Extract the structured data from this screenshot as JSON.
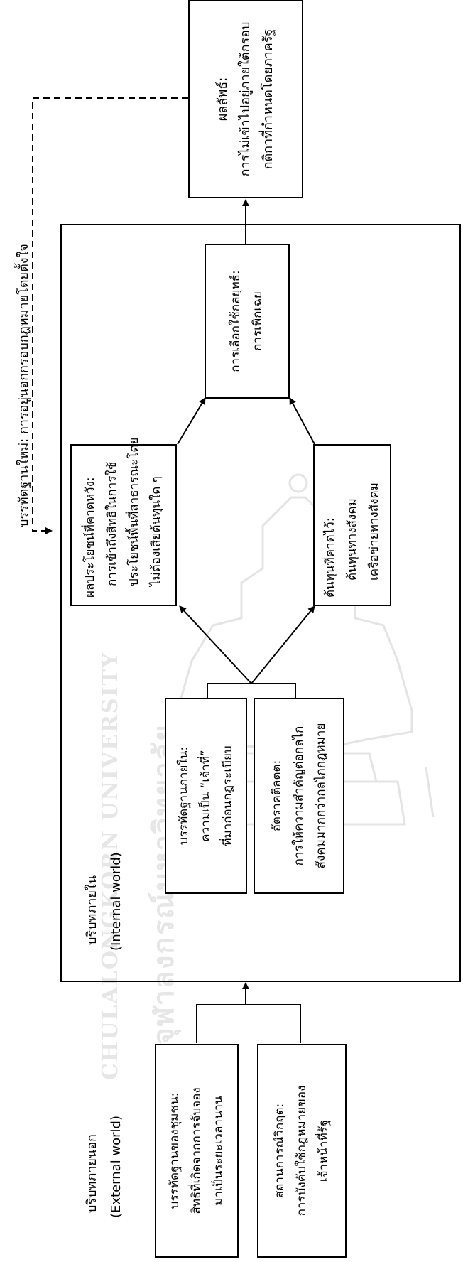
{
  "diagram": {
    "new_norm": "บรรทัดฐานใหม่: การอยู่นอกกรอบกฎหมายโดยตั้งใจ",
    "result": {
      "title": "ผลลัพธ์:",
      "line1": "การไม่เข้าไปอยู่ภายใต้กรอบ",
      "line2": "กติกาที่กำหนดโดยภาครัฐ"
    },
    "internal_world": {
      "label_th": "บริบทภายใน",
      "label_en": "(Internal world)",
      "norm": {
        "title": "บรรทัดฐานภายใน:",
        "line1": "ความเป็น  “เจ้าที่”",
        "line2": "ที่มาก่อนกฎระเบียบ"
      },
      "attitude": {
        "title": "อัตราคติลตต:",
        "line1": "การให้ความสำคัญต่อกลไก",
        "line2": "สังคมมากกว่ากลไกกฎหมาย"
      },
      "benefit": {
        "title": "ผลประโยชน์ที่คาดหวัง:",
        "line1": "การเข้าถึงสิทธิในการใช้",
        "line2": "ประโยชน์พื้นที่สาธารณะโดย",
        "line3": "ไม่ต้องเสียต้นทุนใด ๆ"
      },
      "cost": {
        "title": "ต้นทุนที่คาดไว้:",
        "line1": "ต้นทุนทางสังคม",
        "line2": "เครือข่ายทางสังคม"
      },
      "strategy": {
        "title": "การเลือกใช้กลยุทธ์:",
        "line1": "การเพิกเฉย"
      }
    },
    "external_world": {
      "label_th": "บริบทภายนอก",
      "label_en": "(External world)",
      "community": {
        "title": "บรรทัดฐานของชุมชน:",
        "line1": "สิทธิที่เกิดจากการจับจอง",
        "line2": "มาเป็นระยะเวลานาน"
      },
      "crisis": {
        "title": "สถานการณ์วิกฤต:",
        "line1": "การบังคับใช้กฎหมายของ",
        "line2": "เจ้าหน้าที่รัฐ"
      }
    },
    "watermark_th": "จุฬาลงกรณ์มหาวิทยาลัย",
    "watermark_en": "CHULALONGKORN UNIVERSITY"
  }
}
